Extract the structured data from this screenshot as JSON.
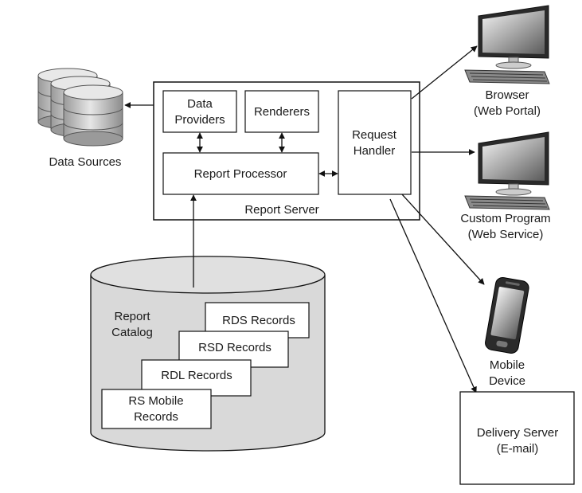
{
  "data_sources": {
    "label": "Data Sources"
  },
  "report_server": {
    "label": "Report Server",
    "data_providers": [
      "Data",
      "Providers"
    ],
    "renderers": "Renderers",
    "report_processor": "Report Processor",
    "request_handler": [
      "Request",
      "Handler"
    ]
  },
  "catalog": {
    "label": [
      "Report",
      "Catalog"
    ],
    "records": {
      "rds": "RDS Records",
      "rsd": "RSD Records",
      "rdl": "RDL Records",
      "rs_mobile": [
        "RS Mobile",
        "Records"
      ]
    }
  },
  "clients": {
    "browser": [
      "Browser",
      "(Web Portal)"
    ],
    "custom_program": [
      "Custom Program",
      "(Web Service)"
    ],
    "mobile_device": [
      "Mobile",
      "Device"
    ]
  },
  "delivery_server": [
    "Delivery Server",
    "(E-mail)"
  ],
  "icons": {
    "database": "database-stack-icon",
    "monitor": "desktop-computer-icon",
    "phone": "smartphone-icon"
  }
}
